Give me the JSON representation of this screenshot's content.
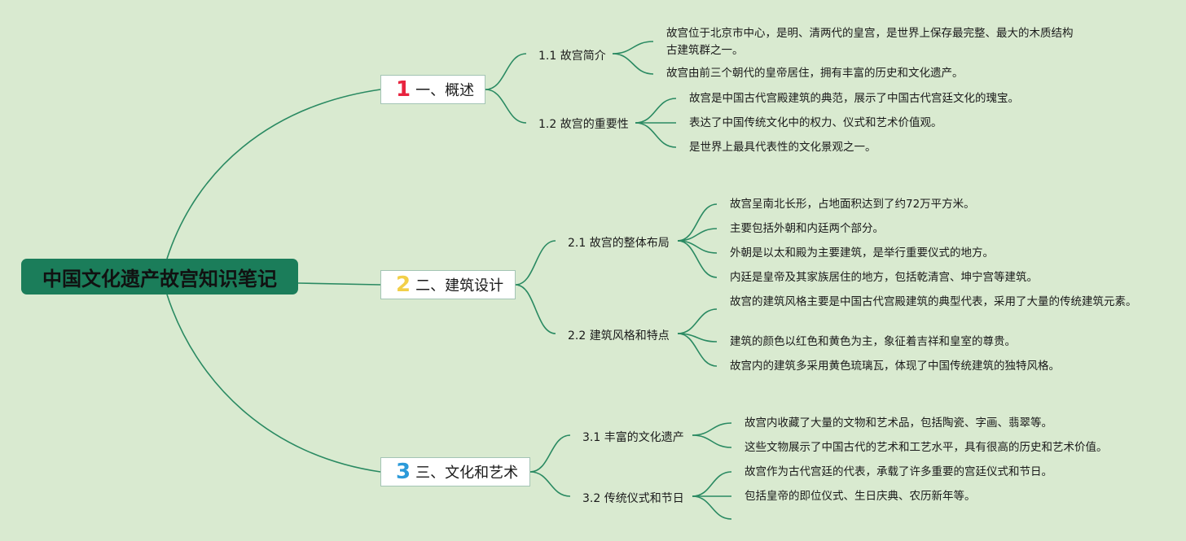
{
  "root": {
    "title": "中国文化遗产故宫知识笔记"
  },
  "branches": [
    {
      "number": "1",
      "color": "#e8243f",
      "label": "一、概述",
      "subs": [
        {
          "label": "1.1 故宫简介",
          "leaves": [
            "故宫位于北京市中心，是明、清两代的皇宫，是世界上保存最完整、最大的木质结构古建筑群之一。",
            "故宫由前三个朝代的皇帝居住，拥有丰富的历史和文化遗产。"
          ]
        },
        {
          "label": "1.2 故宫的重要性",
          "leaves": [
            "故宫是中国古代宫殿建筑的典范，展示了中国古代宫廷文化的瑰宝。",
            "表达了中国传统文化中的权力、仪式和艺术价值观。",
            "是世界上最具代表性的文化景观之一。"
          ]
        }
      ]
    },
    {
      "number": "2",
      "color": "#f2cf48",
      "label": "二、建筑设计",
      "subs": [
        {
          "label": "2.1 故宫的整体布局",
          "leaves": [
            "故宫呈南北长形，占地面积达到了约72万平方米。",
            "主要包括外朝和内廷两个部分。",
            "外朝是以太和殿为主要建筑，是举行重要仪式的地方。",
            "内廷是皇帝及其家族居住的地方，包括乾清宫、坤宁宫等建筑。"
          ]
        },
        {
          "label": "2.2 建筑风格和特点",
          "leaves": [
            "故宫的建筑风格主要是中国古代宫殿建筑的典型代表，采用了大量的传统建筑元素。",
            "建筑的颜色以红色和黄色为主，象征着吉祥和皇室的尊贵。",
            "故宫内的建筑多采用黄色琉璃瓦，体现了中国传统建筑的独特风格。"
          ]
        }
      ]
    },
    {
      "number": "3",
      "color": "#2c9ad9",
      "label": "三、文化和艺术",
      "subs": [
        {
          "label": "3.1 丰富的文化遗产",
          "leaves": [
            "故宫内收藏了大量的文物和艺术品，包括陶瓷、字画、翡翠等。",
            "这些文物展示了中国古代的艺术和工艺水平，具有很高的历史和艺术价值。"
          ]
        },
        {
          "label": "3.2 传统仪式和节日",
          "leaves": [
            "故宫作为古代宫廷的代表，承载了许多重要的宫廷仪式和节日。",
            "包括皇帝的即位仪式、生日庆典、农历新年等。",
            ""
          ]
        }
      ]
    }
  ]
}
